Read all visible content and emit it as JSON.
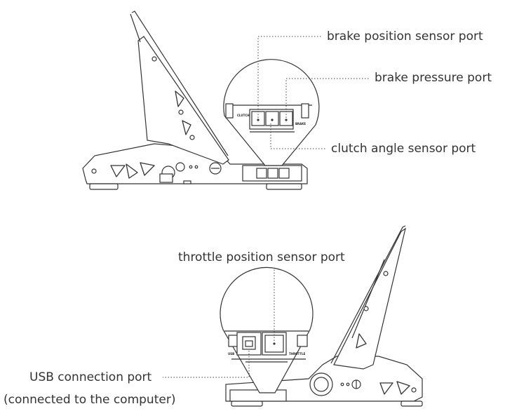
{
  "labels": {
    "brake_position": "brake position sensor port",
    "brake_pressure": "brake pressure port",
    "clutch_angle": "clutch angle sensor port",
    "throttle_position": "throttle position sensor port",
    "usb_port": "USB connection port",
    "usb_note": "(connected to the computer)"
  },
  "connector_labels": {
    "clutch": "CLUTCH",
    "brake": "BRAKE",
    "usb": "USB",
    "throttle": "THROTTLE"
  },
  "colors": {
    "line": "#333333",
    "text": "#333333",
    "background": "#ffffff"
  }
}
